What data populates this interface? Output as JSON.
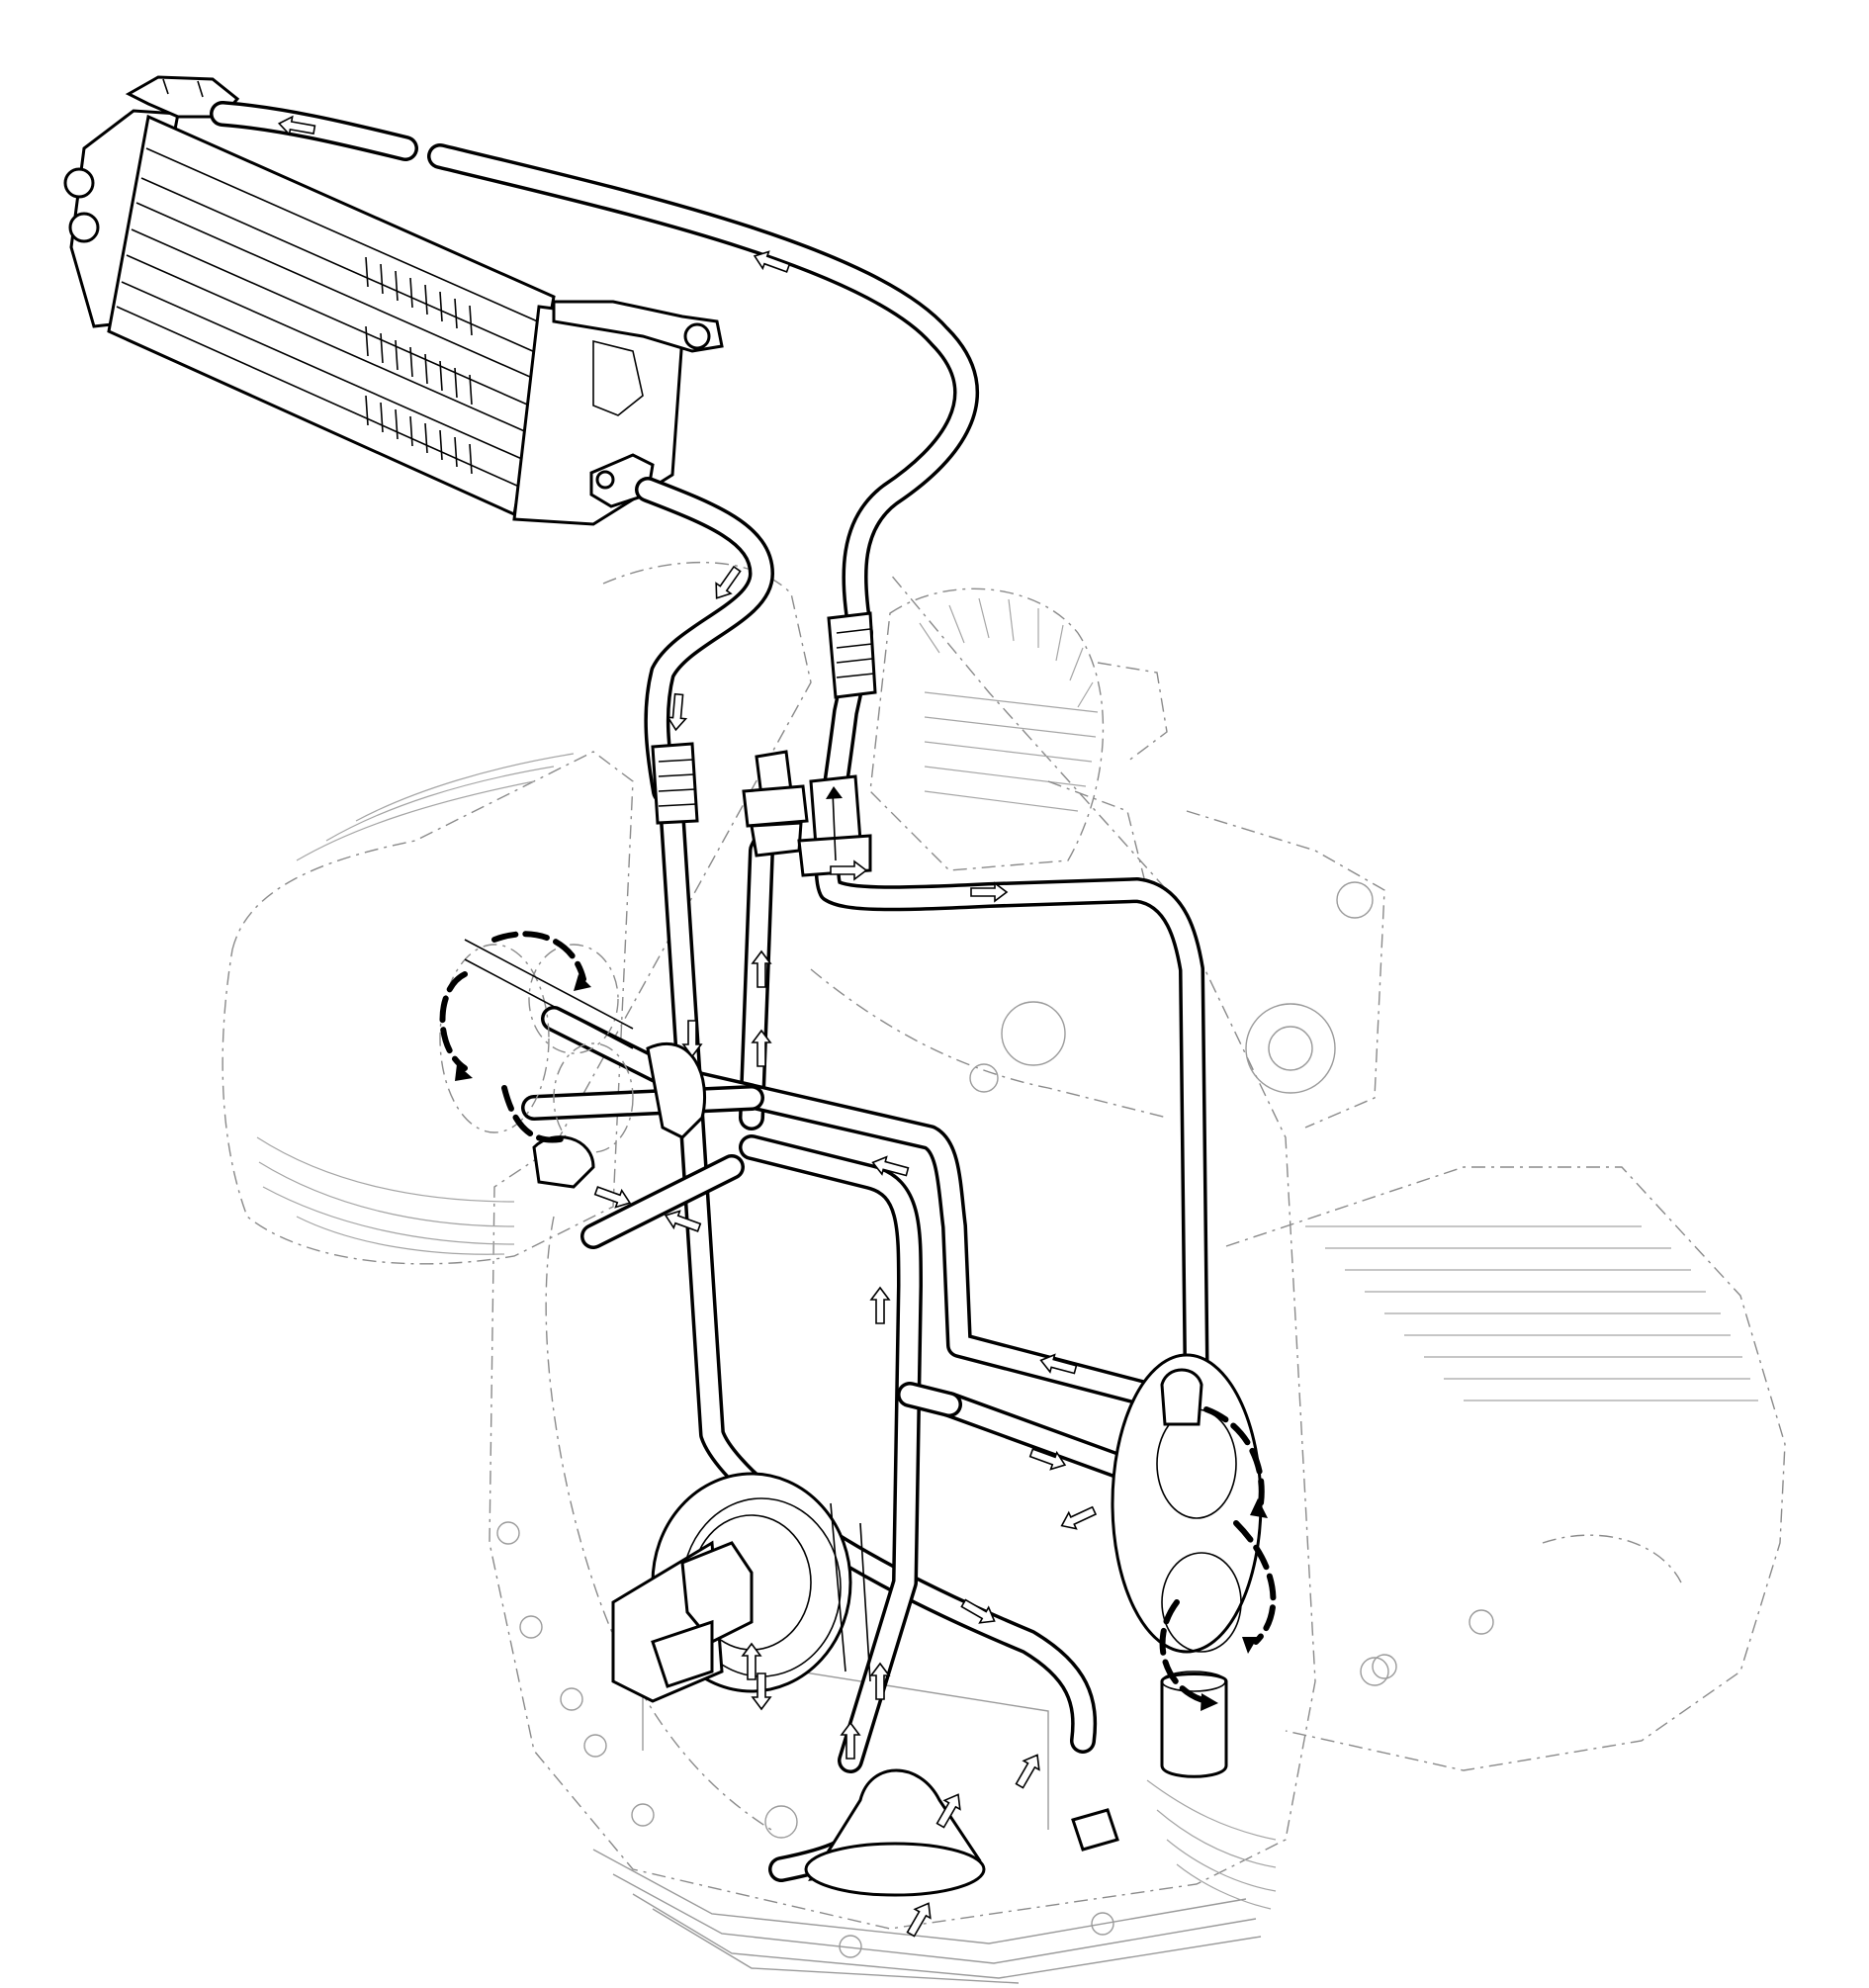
{
  "diagram": {
    "kind": "exploded technical line drawing",
    "style": "black and white, ghosted engine outline",
    "colors": {
      "line": "#000000",
      "ghost": "#8a8a8a",
      "background": "#ffffff"
    },
    "components": [
      {
        "id": "oil-cooler",
        "icon": "radiator"
      },
      {
        "id": "cooler-return-hose",
        "icon": "hose"
      },
      {
        "id": "cooler-feed-hose",
        "icon": "hose"
      },
      {
        "id": "thermostat-valve",
        "icon": "valve"
      },
      {
        "id": "pressure-sender",
        "icon": "sensor"
      },
      {
        "id": "alternator",
        "icon": "alternator"
      },
      {
        "id": "left-cylinder-head",
        "icon": "cylinder-head"
      },
      {
        "id": "right-cylinder-head",
        "icon": "cylinder-head"
      },
      {
        "id": "camshaft-gear-left",
        "icon": "gear"
      },
      {
        "id": "camshaft-gear-right",
        "icon": "gear"
      },
      {
        "id": "oil-pump",
        "icon": "pump"
      },
      {
        "id": "oil-pickup-strainer",
        "icon": "strainer"
      },
      {
        "id": "oil-filter",
        "icon": "filter"
      },
      {
        "id": "oil-sump",
        "icon": "sump"
      }
    ],
    "flow_arrow_count": 24,
    "swirl_marker_count": 6
  }
}
